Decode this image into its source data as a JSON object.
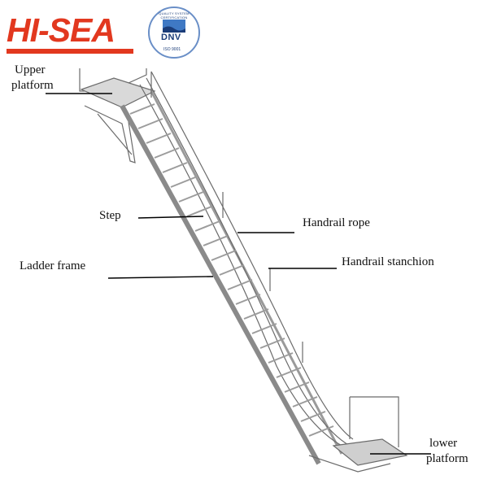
{
  "brand": {
    "logo_text": "HI-SEA",
    "accent_color": "#e2381f"
  },
  "certification": {
    "ring_text": "QUALITY SYSTEM CERTIFICATION",
    "mark": "DNV",
    "standard": "ISO 9001",
    "color": "#1a3c78"
  },
  "labels": {
    "upper_platform_line1": "Upper",
    "upper_platform_line2": "platform",
    "step": "Step",
    "handrail_rope": "Handrail rope",
    "ladder_frame": "Ladder frame",
    "handrail_stanchion": "Handrail stanchion",
    "lower_platform_line1": "lower",
    "lower_platform_line2": "platform"
  }
}
